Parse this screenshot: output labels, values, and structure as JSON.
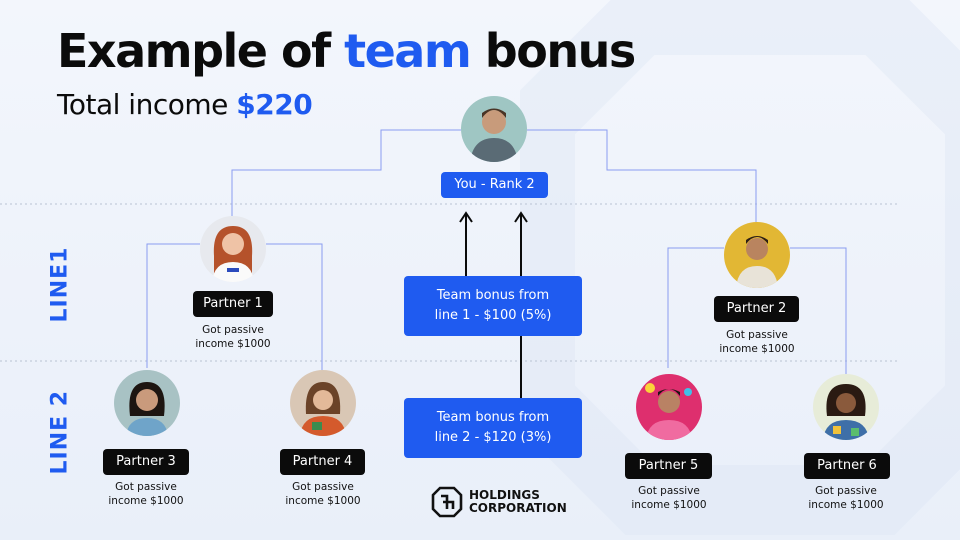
{
  "title": {
    "prefix": "Example of",
    "highlight": "team",
    "suffix": "bonus"
  },
  "subtitle": {
    "label": "Total income",
    "amount": "$220"
  },
  "levels": {
    "line1": "LINE1",
    "line2": "LINE 2"
  },
  "you": {
    "label": "You - Rank 2"
  },
  "bonuses": [
    {
      "line_a": "Team bonus from",
      "line_b": "line 1 - $100 (5%)"
    },
    {
      "line_a": "Team bonus from",
      "line_b": "line 2 - $120 (3%)"
    }
  ],
  "partners": [
    {
      "name": "Partner 1",
      "note_a": "Got passive",
      "note_b": "income $1000"
    },
    {
      "name": "Partner 2",
      "note_a": "Got passive",
      "note_b": "income $1000"
    },
    {
      "name": "Partner 3",
      "note_a": "Got passive",
      "note_b": "income $1000"
    },
    {
      "name": "Partner 4",
      "note_a": "Got passive",
      "note_b": "income $1000"
    },
    {
      "name": "Partner 5",
      "note_a": "Got passive",
      "note_b": "income $1000"
    },
    {
      "name": "Partner 6",
      "note_a": "Got passive",
      "note_b": "income $1000"
    }
  ],
  "logo": {
    "line_a": "HOLDINGS",
    "line_b": "CORPORATION"
  },
  "colors": {
    "accent": "#1f5bf0",
    "tag_dark": "#0b0b0b",
    "connector": "#8a9cf0",
    "divider": "#b9c3d3"
  },
  "icons": {
    "arrow": "arrow-up-icon",
    "logo": "holdings-logo-icon",
    "avatar": "person-avatar-icon"
  }
}
